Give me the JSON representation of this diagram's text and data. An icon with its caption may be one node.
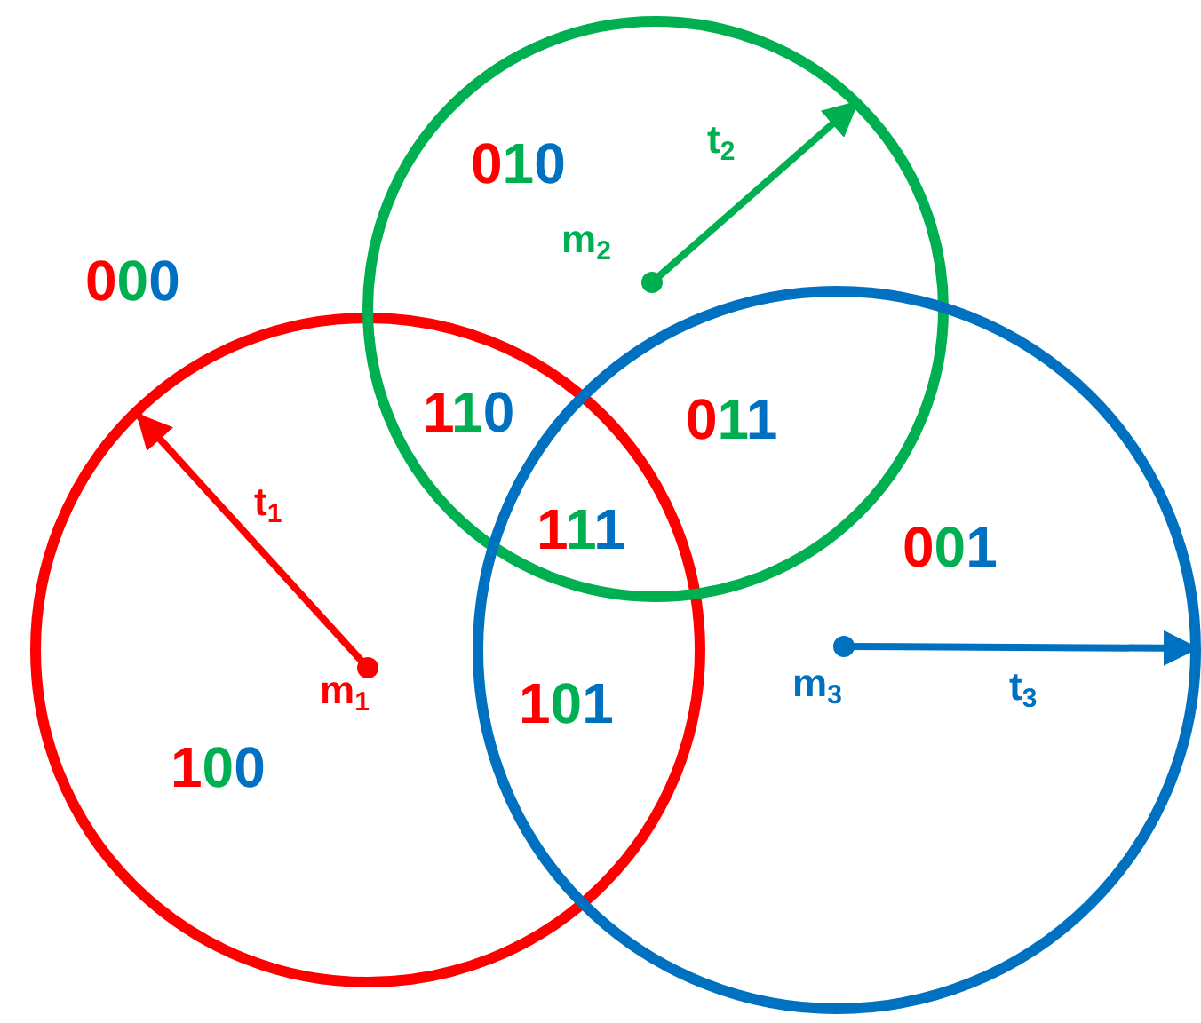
{
  "diagram": {
    "nodes": [
      {
        "text": [
          "m$_{1}$",
          "t$_{1}$"
        ]
      },
      {
        "text": [
          "m$_{2}$",
          "t$_{2}$"
        ]
      },
      {
        "text": [
          "m$_{3}$",
          "t$_{3}$"
        ]
      }
    ],
    "labels": [
      "010",
      "000",
      "110",
      "011",
      "111",
      "001",
      "101",
      "100"
    ]
  }
}
